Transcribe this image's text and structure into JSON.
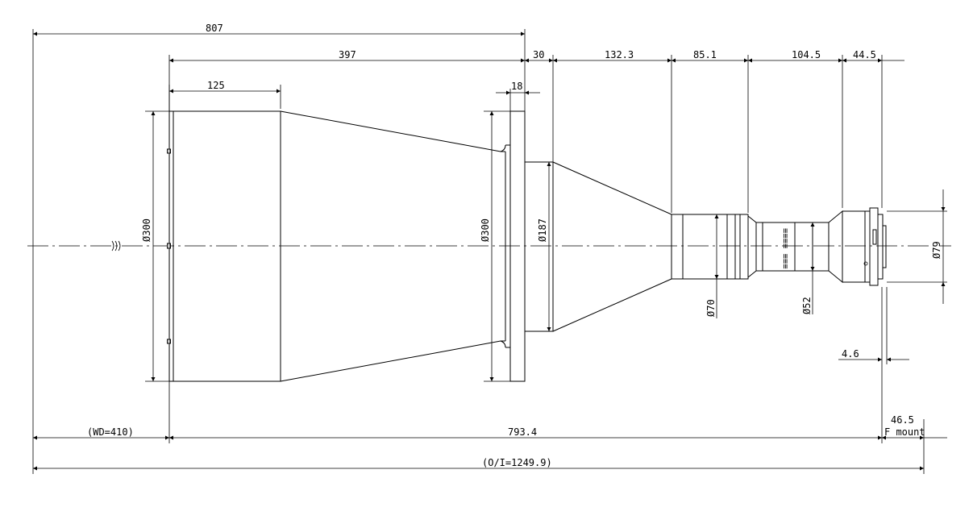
{
  "dimensions": {
    "total_length_807": "807",
    "front_to_flange_397": "397",
    "hood_length_125": "125",
    "flange_thickness_18": "18",
    "section_30": "30",
    "section_132": "132.3",
    "section_85": "85.1",
    "section_104": "104.5",
    "section_44": "44.5",
    "mount_offset_4_6": "4.6",
    "flange_back_46_5": "46.5",
    "mount_type": "F mount",
    "working_distance": "(WD=410)",
    "lens_length_793": "793.4",
    "object_to_image": "(O/I=1249.9)"
  },
  "diameters": {
    "front_300": "300",
    "flange_300": "300",
    "cone_187": "187",
    "barrel_70": "70",
    "neck_52": "52",
    "mount_79": "79",
    "diameter_symbol": "Ø"
  },
  "lens_marking": "≡≡≡≡ ≡≡≡"
}
